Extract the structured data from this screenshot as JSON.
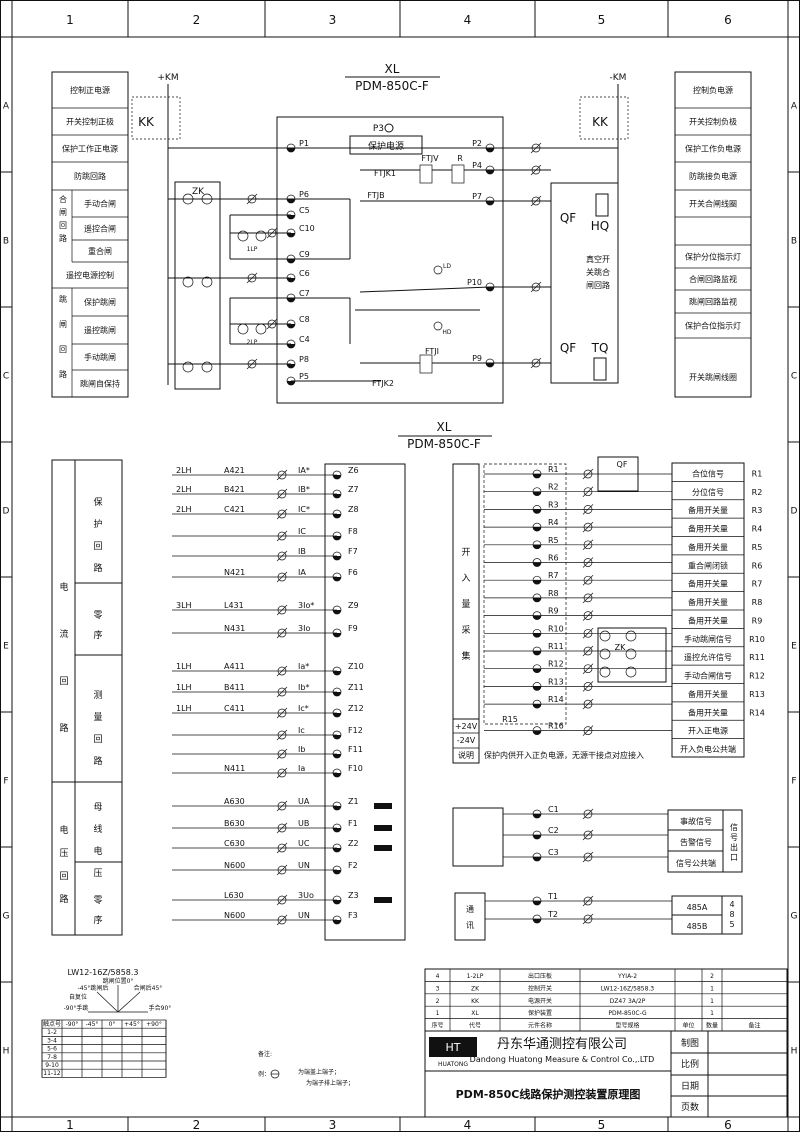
{
  "columns": [
    "1",
    "2",
    "3",
    "4",
    "5",
    "6"
  ],
  "rows": [
    "A",
    "B",
    "C",
    "D",
    "E",
    "F",
    "G",
    "H"
  ],
  "top_diagram": {
    "device_label": "XL",
    "device_model": "PDM-850C-F",
    "left_labels": [
      "控制正电源",
      "开关控制正极",
      "保护工作正电源",
      "防跳回路",
      "手动合闸",
      "遥控合闸",
      "重合闸",
      "遥控电源控制",
      "保护跳闸",
      "遥控跳闸",
      "手动跳闸",
      "跳闸自保持"
    ],
    "left_groups": [
      "合闸回路",
      "跳闸回路"
    ],
    "right_labels": [
      "控制负电源",
      "开关控制负极",
      "保护工作负电源",
      "防跳接负电源",
      "开关合闸线圈",
      "保护分位指示灯",
      "合闸回路监视",
      "跳闸回路监视",
      "保护合位指示灯",
      "开关跳闸线圈"
    ],
    "terminals_left": [
      "P1",
      "P6",
      "C5",
      "C10",
      "C9",
      "C6",
      "C7",
      "C8",
      "C4",
      "P8",
      "P5"
    ],
    "terminals_right": [
      "P2",
      "P4",
      "P7",
      "P10",
      "P9"
    ],
    "p3": "P3",
    "power_box": "保护电源",
    "km_pos": "+KM",
    "km_neg": "-KM",
    "kk": "KK",
    "zk": "ZK",
    "relay_labels": [
      "FTJK1",
      "FTJV",
      "R",
      "FTJB",
      "FTJI",
      "FTJK2",
      "1LP",
      "2LP",
      "LD",
      "HD"
    ],
    "breaker_box": "真空开关跳合闸回路",
    "qf": "QF",
    "hq": "HQ",
    "tq": "TQ"
  },
  "bottom_diagram": {
    "device_label": "XL",
    "device_model": "PDM-850C-F",
    "left_categories": {
      "current_loop": "电流回路",
      "protection": "保护回路",
      "zero_seq": "零序",
      "measure": "测量回路",
      "voltage_loop": "电压回路",
      "bus_voltage": "母线电压",
      "zero_seq2": "零序"
    },
    "ct_rows": [
      {
        "ct": "2LH",
        "wire": "A421",
        "sig": "IA*",
        "term": "Z6"
      },
      {
        "ct": "2LH",
        "wire": "B421",
        "sig": "IB*",
        "term": "Z7"
      },
      {
        "ct": "2LH",
        "wire": "C421",
        "sig": "IC*",
        "term": "Z8"
      },
      {
        "ct": "",
        "wire": "",
        "sig": "IC",
        "term": "F8"
      },
      {
        "ct": "",
        "wire": "",
        "sig": "IB",
        "term": "F7"
      },
      {
        "ct": "",
        "wire": "N421",
        "sig": "IA",
        "term": "F6"
      },
      {
        "ct": "3LH",
        "wire": "L431",
        "sig": "3Io*",
        "term": "Z9"
      },
      {
        "ct": "",
        "wire": "N431",
        "sig": "3Io",
        "term": "F9"
      },
      {
        "ct": "1LH",
        "wire": "A411",
        "sig": "Ia*",
        "term": "Z10"
      },
      {
        "ct": "1LH",
        "wire": "B411",
        "sig": "Ib*",
        "term": "Z11"
      },
      {
        "ct": "1LH",
        "wire": "C411",
        "sig": "Ic*",
        "term": "Z12"
      },
      {
        "ct": "",
        "wire": "",
        "sig": "Ic",
        "term": "F12"
      },
      {
        "ct": "",
        "wire": "",
        "sig": "Ib",
        "term": "F11"
      },
      {
        "ct": "",
        "wire": "N411",
        "sig": "Ia",
        "term": "F10"
      },
      {
        "ct": "",
        "wire": "A630",
        "sig": "UA",
        "term": "Z1"
      },
      {
        "ct": "",
        "wire": "B630",
        "sig": "UB",
        "term": "F1"
      },
      {
        "ct": "",
        "wire": "C630",
        "sig": "UC",
        "term": "Z2"
      },
      {
        "ct": "",
        "wire": "N600",
        "sig": "UN",
        "term": "F2"
      },
      {
        "ct": "",
        "wire": "L630",
        "sig": "3Uo",
        "term": "Z3"
      },
      {
        "ct": "",
        "wire": "N600",
        "sig": "UN",
        "term": "F3"
      }
    ],
    "input_box": "开入量采集",
    "input_terms": [
      "R1",
      "R2",
      "R3",
      "R4",
      "R5",
      "R6",
      "R7",
      "R8",
      "R9",
      "R10",
      "R11",
      "R12",
      "R13",
      "R14",
      "R15",
      "R16"
    ],
    "input_labels": [
      {
        "name": "合位信号",
        "code": "R1"
      },
      {
        "name": "分位信号",
        "code": "R2"
      },
      {
        "name": "备用开关量",
        "code": "R3"
      },
      {
        "name": "备用开关量",
        "code": "R4"
      },
      {
        "name": "备用开关量",
        "code": "R5"
      },
      {
        "name": "重合闸闭锁",
        "code": "R6"
      },
      {
        "name": "备用开关量",
        "code": "R7"
      },
      {
        "name": "备用开关量",
        "code": "R8"
      },
      {
        "name": "备用开关量",
        "code": "R9"
      },
      {
        "name": "手动跳闸信号",
        "code": "R10"
      },
      {
        "name": "遥控允许信号",
        "code": "R11"
      },
      {
        "name": "手动合闸信号",
        "code": "R12"
      },
      {
        "name": "备用开关量",
        "code": "R13"
      },
      {
        "name": "备用开关量",
        "code": "R14"
      },
      {
        "name": "开入正电源",
        "code": ""
      },
      {
        "name": "开入负电公共端",
        "code": ""
      }
    ],
    "power_notes": [
      "+24V",
      "-24V",
      "说明"
    ],
    "power_desc": "保护内供开入正负电源，无源干接点对应接入",
    "signal_terms": [
      "C1",
      "C2",
      "C3"
    ],
    "signal_labels": [
      "事故信号",
      "告警信号",
      "信号公共端"
    ],
    "signal_side": "信号出口",
    "comm_box": "通讯",
    "comm_terms": [
      "T1",
      "T2"
    ],
    "comm_labels": [
      "485A",
      "485B"
    ],
    "comm_side": "485",
    "qf": "QF",
    "zk": "ZK"
  },
  "switch_table": {
    "title": "LW12-16Z/5858.3",
    "labels": [
      "-45°跳闸后",
      "跳闸位置0°",
      "合闸后45°",
      "自复位",
      "-90°手跳",
      "手合90°"
    ],
    "header": [
      "触点号",
      "-90°",
      "-45°",
      "0°",
      "+45°",
      "+90°"
    ],
    "rows": [
      "1-2",
      "3-4",
      "5-6",
      "7-8",
      "9-10",
      "11-12"
    ]
  },
  "legend": {
    "title": "备注:",
    "example": "例：",
    "upper_note": "为端盖上端子；",
    "lower_note": "为端子排上端子；"
  },
  "parts_table": {
    "rows": [
      {
        "no": "4",
        "code": "1-2LP",
        "name": "出口压板",
        "model": "YYIA-2",
        "unit": "",
        "qty": "2",
        "note": ""
      },
      {
        "no": "3",
        "code": "ZK",
        "name": "控制开关",
        "model": "LW12-16Z/5858.3",
        "unit": "",
        "qty": "1",
        "note": ""
      },
      {
        "no": "2",
        "code": "KK",
        "name": "电源开关",
        "model": "DZ47 3A/2P",
        "unit": "",
        "qty": "1",
        "note": ""
      },
      {
        "no": "1",
        "code": "XL",
        "name": "保护装置",
        "model": "PDM-850C-G",
        "unit": "",
        "qty": "1",
        "note": ""
      }
    ],
    "header": [
      "序号",
      "代号",
      "元件名称",
      "型号规格",
      "单位",
      "数量",
      "备注"
    ]
  },
  "title_block": {
    "company_cn": "丹东华通测控有限公司",
    "company_en": "Dandong Huatong Measure & Control Co.,.LTD",
    "logo": "HUATONG",
    "drawing_title": "PDM-850C线路保护测控装置原理图",
    "fields": [
      "制图",
      "比例",
      "日期",
      "页数"
    ]
  }
}
